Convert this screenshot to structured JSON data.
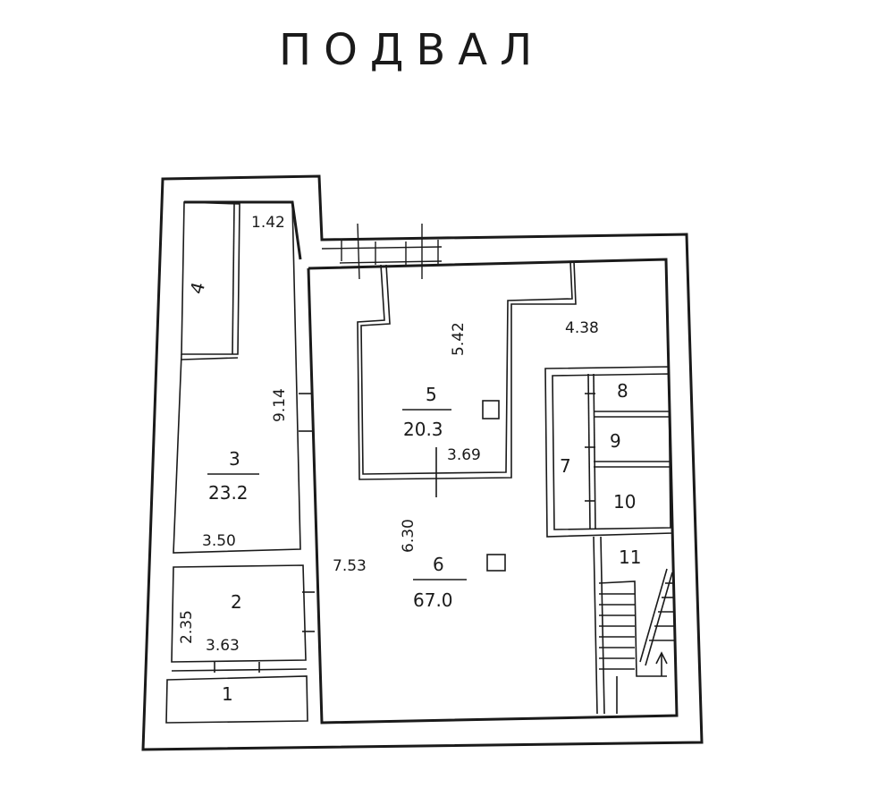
{
  "title": "ПОДВАЛ",
  "rooms": [
    {
      "id": "1",
      "number": "1",
      "area": ""
    },
    {
      "id": "2",
      "number": "2",
      "area": ""
    },
    {
      "id": "3",
      "number": "3",
      "area": "23.2"
    },
    {
      "id": "4",
      "number": "4",
      "area": ""
    },
    {
      "id": "5",
      "number": "5",
      "area": "20.3"
    },
    {
      "id": "6",
      "number": "6",
      "area": "67.0"
    },
    {
      "id": "7",
      "number": "7",
      "area": ""
    },
    {
      "id": "8",
      "number": "8",
      "area": ""
    },
    {
      "id": "9",
      "number": "9",
      "area": ""
    },
    {
      "id": "10",
      "number": "10",
      "area": ""
    },
    {
      "id": "11",
      "number": "11",
      "area": ""
    }
  ],
  "dimensions": {
    "d142": "1.42",
    "d914": "9.14",
    "d350": "3.50",
    "d235": "2.35",
    "d363": "3.63",
    "d542": "5.42",
    "d438": "4.38",
    "d369": "3.69",
    "d630": "6.30",
    "d753": "7.53"
  }
}
